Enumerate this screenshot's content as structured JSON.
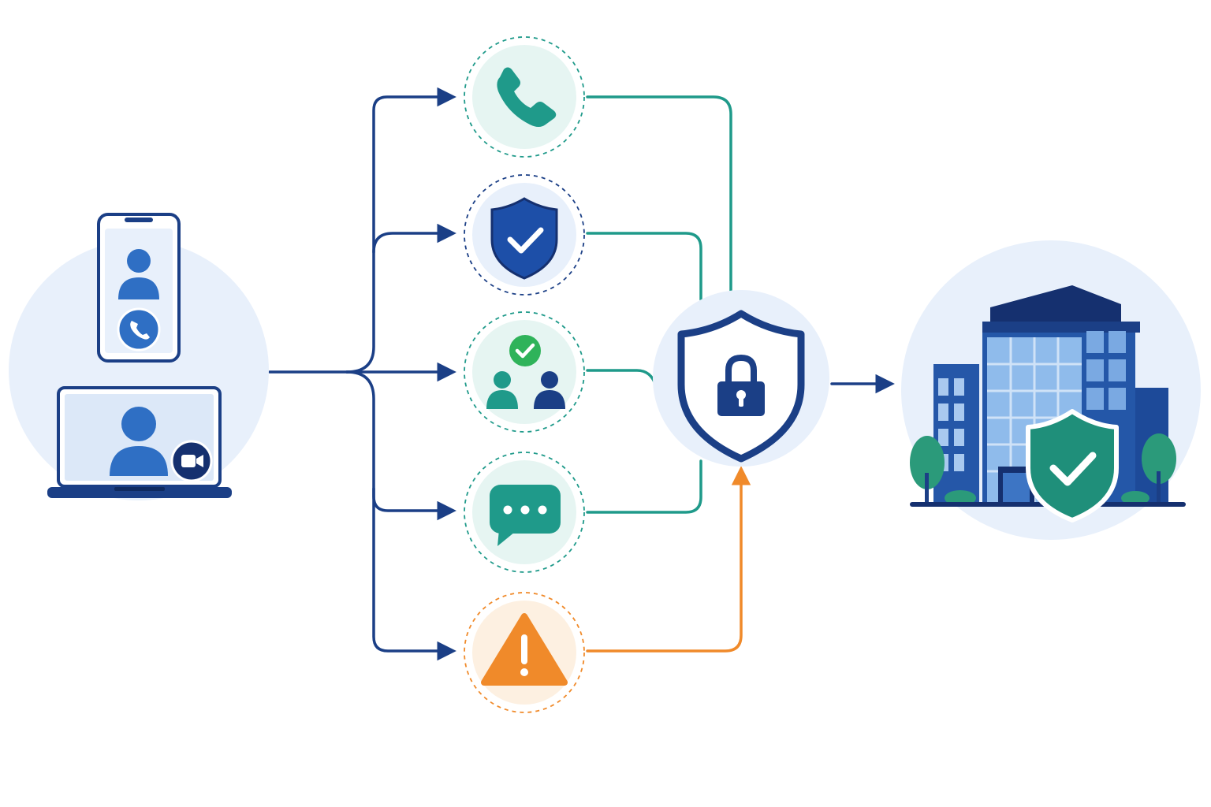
{
  "colors": {
    "navy": "#1b3f86",
    "navy_dark": "#15306f",
    "blue": "#2f6fc4",
    "teal": "#1f9a8a",
    "green": "#2fb35a",
    "orange": "#f08a2a",
    "pale_blue": "#e8f0fb",
    "pale_teal": "#e6f5f2",
    "pale_orange": "#fdf0e1"
  },
  "diagram": {
    "source": {
      "icons": [
        "smartphone-icon",
        "user-icon",
        "phone-icon",
        "laptop-icon",
        "video-camera-icon"
      ]
    },
    "channels": [
      {
        "id": "voice-call",
        "icon": "phone-icon",
        "accent": "teal"
      },
      {
        "id": "verified-identity",
        "icon": "shield-check-icon",
        "accent": "navy"
      },
      {
        "id": "approved-contacts",
        "icon": "verified-users-icon",
        "accent": "green"
      },
      {
        "id": "messaging",
        "icon": "chat-bubble-icon",
        "accent": "teal"
      },
      {
        "id": "alert",
        "icon": "warning-icon",
        "accent": "orange"
      }
    ],
    "gateway": {
      "icon": "shield-lock-icon"
    },
    "destination": {
      "icons": [
        "office-building-icon",
        "tree-icon",
        "shield-check-icon"
      ]
    }
  }
}
